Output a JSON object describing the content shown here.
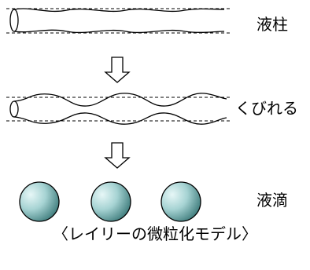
{
  "stages": {
    "liquid_column": "液柱",
    "necking": "くびれる",
    "droplets": "液滴"
  },
  "caption": "〈レイリーの微粒化モデル〉",
  "colors": {
    "line": "#000000",
    "droplet_light": "#dff3f3",
    "droplet_mid": "#8ec6c6",
    "droplet_dark": "#2f6f6f"
  },
  "icons": {
    "arrow": "down-arrow-icon",
    "nozzle": "nozzle-opening-icon"
  }
}
